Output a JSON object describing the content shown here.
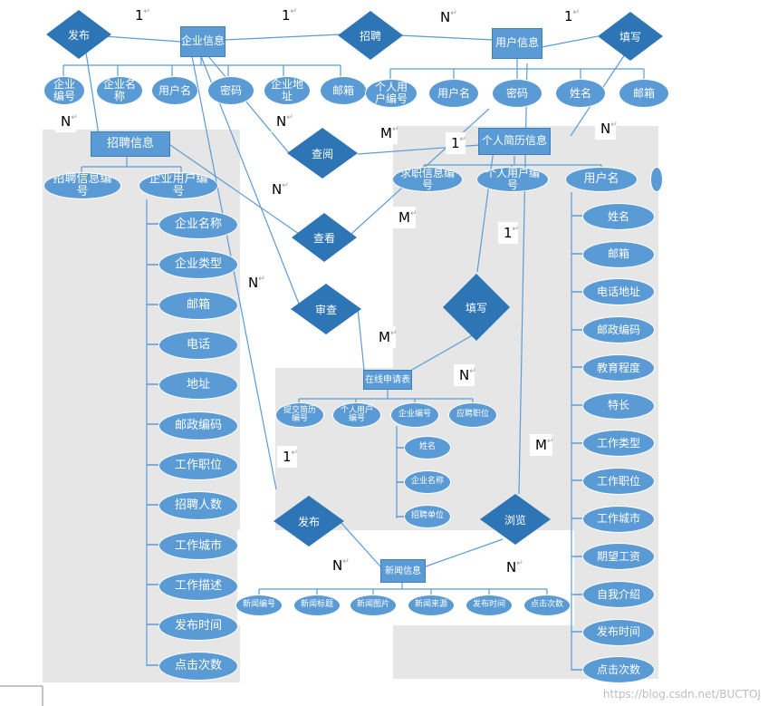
{
  "entities": {
    "enterprise": "企业信息",
    "user": "用户信息",
    "recruit_info": "招聘信息",
    "resume": "个人简历信息",
    "application": "在线申请表",
    "news": "新闻信息"
  },
  "relations": {
    "publish_top": "发布",
    "recruit": "招聘",
    "fill_top": "填写",
    "review": "查阅",
    "view": "查看",
    "audit": "审查",
    "fill_mid": "填写",
    "publish_news": "发布",
    "browse": "浏览"
  },
  "enterprise_attrs": [
    "企业编号",
    "企业名称",
    "用户名",
    "密码",
    "企业地址",
    "邮箱"
  ],
  "user_attrs": [
    "个人用户编号",
    "用户名",
    "密码",
    "姓名",
    "邮箱"
  ],
  "recruit_attrs_top": [
    "招聘信息编号",
    "企业用户编号"
  ],
  "recruit_attrs_list": [
    "企业名称",
    "企业类型",
    "邮箱",
    "电话",
    "地址",
    "邮政编码",
    "工作职位",
    "招聘人数",
    "工作城市",
    "工作描述",
    "发布时间",
    "点击次数"
  ],
  "resume_attrs_top": [
    "求职信息编号",
    "个人用户编号",
    "用户名"
  ],
  "resume_attrs_list": [
    "姓名",
    "邮箱",
    "电话地址",
    "邮政编码",
    "教育程度",
    "特长",
    "工作类型",
    "工作职位",
    "工作城市",
    "期望工资",
    "自我介绍",
    "发布时间",
    "点击次数"
  ],
  "application_attrs": [
    "提交简历编号",
    "个人用户编号",
    "企业编号",
    "应聘职位"
  ],
  "application_sub": [
    "姓名",
    "企业名称",
    "招聘单位"
  ],
  "news_attrs": [
    "新闻编号",
    "新闻标题",
    "新闻图片",
    "新闻来源",
    "发布时间",
    "点击次数"
  ],
  "cardinalities": {
    "c1": "1",
    "c2": "1",
    "c3": "N",
    "c4": "1",
    "c5": "N",
    "c6": "N",
    "c7": "M",
    "c8": "1",
    "c9": "N",
    "c10": "N",
    "c11": "M",
    "c12": "1",
    "c13": "N",
    "c14": "M",
    "c15": "N",
    "c16": "1",
    "c17": "M",
    "c18": "N",
    "c19": "N"
  },
  "return_mark": "↵",
  "watermark": "https://blog.csdn.net/BUCTOJ"
}
